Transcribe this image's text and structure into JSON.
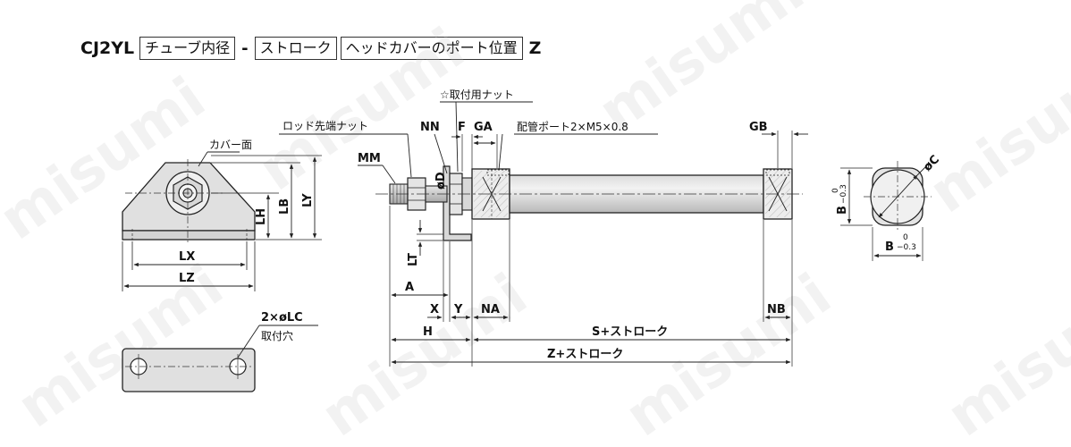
{
  "formula": {
    "model": "CJ2YL",
    "box1": "チューブ内径",
    "dash": "-",
    "box2": "ストローク",
    "box3": "ヘッドカバーのポート位置",
    "suffix": "Z"
  },
  "notes": {
    "cover_face": "カバー面",
    "rod_end_nut": "ロッド先端ナット",
    "mounting_nut": "☆取付用ナット",
    "piping_port": "配管ポート2×M5×0.8",
    "mount_hole_count": "2×øLC",
    "mount_hole": "取付穴"
  },
  "dims": {
    "LX": "LX",
    "LZ": "LZ",
    "LH": "LH",
    "LB": "LB",
    "LY": "LY",
    "MM": "MM",
    "NN": "NN",
    "F": "F",
    "GA": "GA",
    "GB": "GB",
    "D": "øD",
    "LT": "LT",
    "A": "A",
    "X": "X",
    "Y": "Y",
    "NA": "NA",
    "NB": "NB",
    "H": "H",
    "S": "S+ストローク",
    "Z": "Z+ストローク",
    "C": "øC",
    "B": "B",
    "tol_up": "0",
    "tol_down": "−0.3"
  },
  "watermark": "misumi"
}
